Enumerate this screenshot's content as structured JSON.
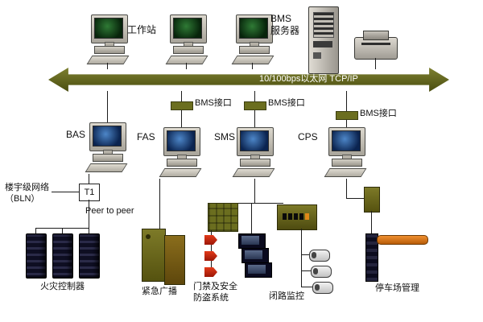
{
  "top": {
    "workstation_label": "工作站",
    "bms_server_label": "BMS\n服务器"
  },
  "bus": {
    "label": "10/100bps以太网  TCP/IP"
  },
  "interfaces": [
    "BMS接口",
    "BMS接口",
    "BMS接口"
  ],
  "subsystems": {
    "bas": "BAS",
    "fas": "FAS",
    "sms": "SMS",
    "cps": "CPS"
  },
  "left": {
    "bln": "楼宇级网络\n（BLN）",
    "t1": "T1",
    "peer": "Peer to peer"
  },
  "bottom": {
    "fire": "火灾控制器",
    "broadcast": "紧急广播",
    "access": "门禁及安全\n防盗系统",
    "cctv": "闭路监控",
    "parking": "停车场管理"
  },
  "colors": {
    "bus_olive": "#6b6e1f",
    "alarm_red": "#cc2a10",
    "gate_orange": "#e08020"
  }
}
